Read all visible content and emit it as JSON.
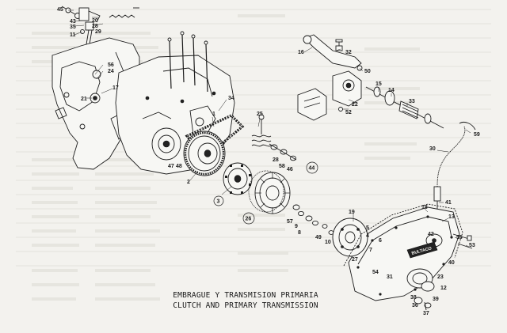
{
  "caption": {
    "line1": "EMBRAGUE Y TRANSMISION PRIMARIA",
    "line2": "CLUTCH AND PRIMARY TRANSMISSION"
  },
  "callouts": [
    {
      "id": "c45",
      "text": "45"
    },
    {
      "id": "c43",
      "text": "43"
    },
    {
      "id": "c35",
      "text": "35"
    },
    {
      "id": "c11",
      "text": "11"
    },
    {
      "id": "c20",
      "text": "20"
    },
    {
      "id": "c28a",
      "text": "28"
    },
    {
      "id": "c29",
      "text": "29"
    },
    {
      "id": "c56",
      "text": "56"
    },
    {
      "id": "c24",
      "text": "24"
    },
    {
      "id": "c21",
      "text": "21"
    },
    {
      "id": "c17",
      "text": "17"
    },
    {
      "id": "c34",
      "text": "34"
    },
    {
      "id": "c1",
      "text": "1"
    },
    {
      "id": "c47",
      "text": "47"
    },
    {
      "id": "c48",
      "text": "48"
    },
    {
      "id": "c2",
      "text": "2"
    },
    {
      "id": "c3",
      "text": "3"
    },
    {
      "id": "c25",
      "text": "25"
    },
    {
      "id": "c28b",
      "text": "28"
    },
    {
      "id": "c58",
      "text": "58"
    },
    {
      "id": "c46",
      "text": "46"
    },
    {
      "id": "c44",
      "text": "44"
    },
    {
      "id": "c26",
      "text": "26"
    },
    {
      "id": "c16",
      "text": "16"
    },
    {
      "id": "c32",
      "text": "32"
    },
    {
      "id": "c50",
      "text": "50"
    },
    {
      "id": "c22",
      "text": "22"
    },
    {
      "id": "c52",
      "text": "52"
    },
    {
      "id": "c15",
      "text": "15"
    },
    {
      "id": "c14",
      "text": "14"
    },
    {
      "id": "c33",
      "text": "33"
    },
    {
      "id": "c59",
      "text": "59"
    },
    {
      "id": "c30",
      "text": "30"
    },
    {
      "id": "c41",
      "text": "41"
    },
    {
      "id": "c18",
      "text": "18"
    },
    {
      "id": "c13",
      "text": "13"
    },
    {
      "id": "c19",
      "text": "19"
    },
    {
      "id": "c57",
      "text": "57"
    },
    {
      "id": "c9",
      "text": "9"
    },
    {
      "id": "c8",
      "text": "8"
    },
    {
      "id": "c49",
      "text": "49"
    },
    {
      "id": "c10",
      "text": "10"
    },
    {
      "id": "c5",
      "text": "5"
    },
    {
      "id": "c4",
      "text": "4"
    },
    {
      "id": "c6",
      "text": "6"
    },
    {
      "id": "c7",
      "text": "7"
    },
    {
      "id": "c27",
      "text": "27"
    },
    {
      "id": "c42",
      "text": "42"
    },
    {
      "id": "c55",
      "text": "55"
    },
    {
      "id": "c53",
      "text": "53"
    },
    {
      "id": "c54",
      "text": "54"
    },
    {
      "id": "c31",
      "text": "31"
    },
    {
      "id": "c23",
      "text": "23"
    },
    {
      "id": "c12",
      "text": "12"
    },
    {
      "id": "c38",
      "text": "38"
    },
    {
      "id": "c39",
      "text": "39"
    },
    {
      "id": "c36",
      "text": "36"
    },
    {
      "id": "c37",
      "text": "37"
    },
    {
      "id": "c40",
      "text": "40"
    }
  ],
  "brand_plate": "BULTACO",
  "colors": {
    "paper": "#f3f2ee",
    "ink": "#1d1d1d",
    "ghost": "#d9d8d2"
  }
}
